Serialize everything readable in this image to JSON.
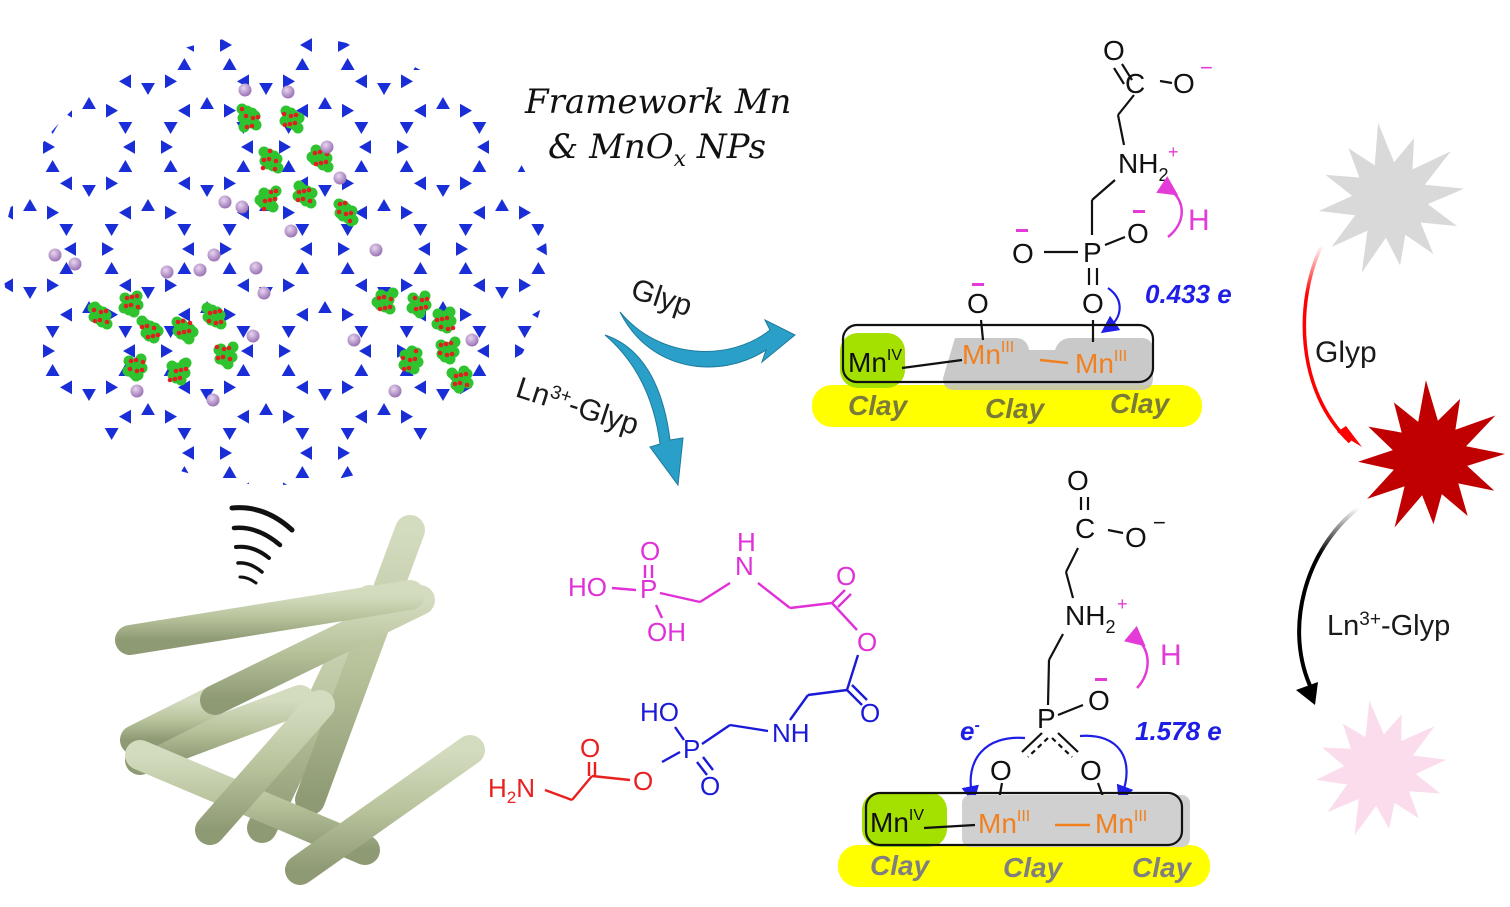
{
  "framework": {
    "caption_line1": "Framework Mn",
    "caption_line2": "& MnO",
    "caption_subscript": "x",
    "caption_line2_tail": " NPs",
    "colors": {
      "tetrahedra": "#1a2ed8",
      "cation": "#b48ac8",
      "np_green": "#2fc42f",
      "np_red": "#e02020"
    }
  },
  "process_arrows": {
    "upper_label": "Glyp",
    "lower_label_prefix": "Ln",
    "lower_label_sup": "3+",
    "lower_label_suffix": "-Glyp",
    "color": "#2aa0c8"
  },
  "mechanism_top": {
    "atoms": {
      "O": "O",
      "C": "C",
      "N": "NH",
      "N_sub": "2",
      "N_charge": "+",
      "P": "P",
      "H": "H",
      "minus": "−"
    },
    "mn4": "Mn",
    "mn4_sup": "IV",
    "mn3": "Mn",
    "mn3_sup": "III",
    "clay": [
      "Clay",
      "Clay",
      "Clay"
    ],
    "electron_transfer": "0.433 e"
  },
  "mechanism_bottom": {
    "atoms": {
      "O": "O",
      "C": "C",
      "N": "NH",
      "N_sub": "2",
      "N_charge": "+",
      "P": "P",
      "H": "H",
      "minus": "−"
    },
    "e_label": "e",
    "e_sup": "-",
    "mn4": "Mn",
    "mn4_sup": "IV",
    "mn3": "Mn",
    "mn3_sup": "III",
    "clay": [
      "Clay",
      "Clay",
      "Clay"
    ],
    "electron_transfer": "1.578 e"
  },
  "product_structure": {
    "magenta_fragment": {
      "HO": "HO",
      "P": "P",
      "O": "O",
      "OH": "OH",
      "N": "N",
      "H": "H",
      "color": "#e030d8"
    },
    "blue_fragment": {
      "HO": "HO",
      "P": "P",
      "O": "O",
      "NH": "NH",
      "color": "#1a1ad8"
    },
    "red_fragment": {
      "H2N": "H",
      "H2N_sub": "2",
      "H2N_N": "N",
      "O": "O",
      "color": "#e82020"
    }
  },
  "fluorescence": {
    "upper_arrow_label": "Glyp",
    "lower_arrow_label_prefix": "Ln",
    "lower_arrow_label_sup": "3+",
    "lower_arrow_label_suffix": "-Glyp",
    "states": [
      {
        "name": "initial",
        "color": "#d9d9d9"
      },
      {
        "name": "quenched-by-glyp",
        "color": "#c00000"
      },
      {
        "name": "after-ln-glyp",
        "color": "#fbdcec"
      }
    ]
  },
  "nanorods": {
    "color": "#b9c4a0",
    "signal_icon": "wireless-signal"
  }
}
